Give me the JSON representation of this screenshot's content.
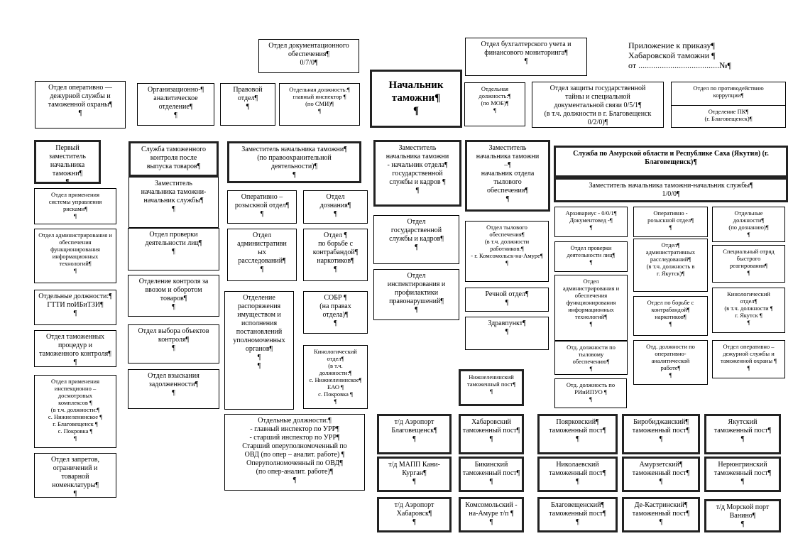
{
  "annex": "Приложение  к приказу¶\nХабаровской таможни  ¶\nот ......................................№¶",
  "boxes": {
    "doc": "Отдел документационного\nобеспечения¶\n0/7/0¶",
    "buh": "Отдел бухгалтерского учета и\nфинансового мониторинга¶\n¶",
    "oper_duty": "Отдел оперативно —\nдежурной службы и\nтаможенной охраны¶\n¶",
    "org": "Организационно-¶\nаналитическое\nотделение¶\n¶",
    "legal": "Правовой\nотдел¶\n¶",
    "smi": "Отдельная должность:¶\nглавный инспектор ¶\n(по СМИ)¶\n¶",
    "chief": "Начальник\nтаможни¶\n¶",
    "mob": "Отдельная\nдолжность:¶\n(по МОБ)¶\n¶",
    "gostaina": "Отдел защиты государственной\nтайны и специальной\nдокументальной связи  0/5/1¶\n(в т.ч. должности в г. Благовещенск 0/2/0)¶",
    "anticorr": "Отдел по противодействию\nкоррупции¶",
    "pk": "Отделение ПК¶\n(г. Благовещенск)¶",
    "first_deputy": "Первый заместитель\nначальника\nтаможни¶\n¶",
    "post_release": "Служба таможенного\nконтроля после\nвыпуска товаров¶",
    "post_release_deputy": "Заместитель\nначальника таможни-\nначальник службы¶\n¶",
    "law_deputy": "Заместитель начальника таможни¶\n(по правоохранительной\nдеятельности)¶\n¶",
    "kadry_deputy": "Заместитель\nначальника таможни\n- начальник отдела¶\nгосударственной\nслужбы и кадров ¶\n¶",
    "tyl_deputy": "Заместитель\nначальника таможни\n–¶\nначальник отдела\nтылового\nобеспечения¶\n¶",
    "amur_service": "Служба по Амурской области и Республике Саха (Якутия) (г. Благовещенск)¶",
    "amur_deputy": "Заместитель начальника таможни-начальник службы¶\n1/0/0¶",
    "risk": "Отдел применения\nсистемы управления\nрисками¶\n¶",
    "admin_it": "Отдел администрирования и\nобеспечения\nфункционирования\nинформационных\nтехнологий¶\n¶",
    "gtti": "Отдельные должности:¶\nГТТИ поИБиТЗИ¶\n¶",
    "procedures": "Отдел таможенных\nпроцедур и\nтаможенного контроля¶\n¶",
    "idk": "Отдел применения\nинспекционно –\nдосмотровых\nкомплексов ¶\n(в т.ч. должности:¶\nс. Нижнеленинское ¶\nг. Благовещенск ¶\nс. Покровка ¶\n¶",
    "zaprety": "Отдел запретов,\nограничений и\nтоварной\nноменклатуры¶\n¶",
    "proverka": "Отдел проверки\nдеятельности лиц¶\n¶",
    "import": "Отделение контроля за\nввозом и оборотом\nтоваров¶\n¶",
    "vybor": "Отдел выбора объектов\nконтроля¶\n¶",
    "vzysk": "Отдел взыскания\nзадолженности¶\n¶",
    "oro": "Оперативно –\nрозыскной отдел¶\n¶",
    "dozn": "Отдел\nдознания¶\n¶",
    "admrassl": "Отдел\nадминистративн\nых\nрасследований¶\n¶",
    "kontrab": "Отдел ¶\nпо борьбе с\nконтрабандой¶\nнаркотиков¶\n¶",
    "raspor": "Отделение\nраспоряжения\nимуществом и\nисполнения\nпостановлений\nуполномоченных\nорганов¶\n¶\n¶",
    "sobr": "СОБР ¶\n(на правах\nотдела)¶\n¶",
    "kino": "Кинологический\nотдел¶\n(в т.ч.\nдолжности:¶\nс. Нижнеленинское¶\nЕАО ¶\nс. Покровка ¶\n¶",
    "urr": "Отдельные должности:¶\n- главный инспектор по УРР¶\n- старший инспектор по УРР¶\nСтарший оперуполномоченный по\nОВД (по опер – аналит. работе) ¶\nОперуполномоченный по ОВД¶\n(по опер-аналит. работе)¶\n¶",
    "gossluzhba": "Отдел\nгосударственной\nслужбы и кадров¶\n¶",
    "inspect": "Отдел\nинспектирования и\nпрофилактики\nправонарушений¶\n¶",
    "tyl": "Отдел тылового\nобеспечения¶\n(в т.ч. должности\nработников:¶\n- г. Комсомольск-на-Амуре¶\n¶",
    "rech": "Речной отдел¶\n¶",
    "zdrav": "Здравпункт¶\n¶",
    "nizhnelen": "Нижнеленинский\nтаможенный пост¶\n¶",
    "a_arkhiv": "Архивариус - 0/0/1¶\nДокументовед -¶\n¶",
    "a_proverka": "Отдел проверки\nдеятельности лиц¶\n¶",
    "a_admin_it": "Отдел\nадминистрирования и\nобеспечения\nфункционирования\nинформационных\nтехнологий¶\n¶",
    "a_tyl": "Отд. должности по\nтыловому\nобеспечению¶\n¶",
    "a_riipuo": "Отд. должность по\nРИиИПУО ¶\n¶",
    "a_oro": "Оперативно -\nрозыскной отдел¶\n¶",
    "a_admrassl": "Отдел¶\nадминистративных\nрасследований¶\n(в т.ч. должность в\nг. Якутск)¶",
    "a_kontrab": "Отдел по борьбе с\nконтрабандой¶\nнаркотиков¶\n¶",
    "a_analit": "Отд. должности по\nоперативно-\nаналитической\nработе¶\n¶",
    "a_dozn": "Отдельные\nдолжности¶\n(по дознанию)¶\n¶",
    "a_sobr": "Специальный отряд\nбыстрого\nреагирования¶\n¶",
    "a_kino": "Кинологический\nотдел¶\n(в т.ч. должности ¶\nг. Якутск ¶\n¶",
    "a_ods": "Отдел оперативно –\nдежурной службы и\nтаможенной охраны ¶\n¶",
    "p_blag_air": "т/д Аэропорт\nБлаговещенск¶\n¶",
    "p_khab": "Хабаровский\nтаможенный пост¶\n¶",
    "p_poyark": "Поярковский¶\nтаможенный пост¶\n¶",
    "p_birob": "Биробиджанский¶\nтаможенный пост¶\n¶",
    "p_yakut": "Якутский\nтаможенный пост¶\n¶",
    "p_kani": "т/д МАПП Кани-\nКурган¶\n¶",
    "p_bikin": "Бикинский\nтаможенный пост¶\n¶",
    "p_nikol": "Николаевский\nтаможенный пост¶\n¶",
    "p_amurzet": "Амурзетский¶\nтаможенный пост¶\n¶",
    "p_nerung": "Нерюнгринский\nтаможенный пост¶\n¶",
    "p_khab_air": "т/д Аэропорт\nХабаровск¶\n¶",
    "p_komsom": "Комсомольский -\nна-Амуре т/п ¶\n¶",
    "p_blag": "Благовещенский¶\nтаможенный пост¶\n¶",
    "p_dekastr": "Де-Кастринский¶\nтаможенный пост¶\n¶",
    "p_vanino": "т/д Морской порт\nВанино¶\n¶"
  }
}
